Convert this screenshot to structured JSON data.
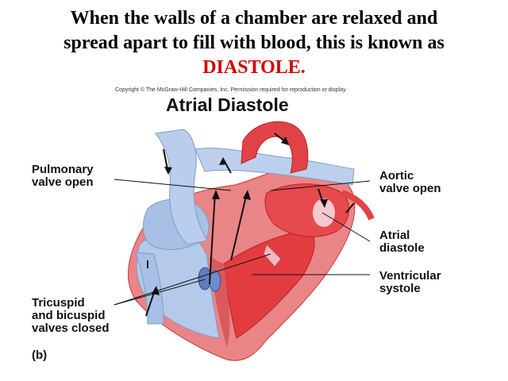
{
  "heading": {
    "line1": "When the walls of a chamber are relaxed and",
    "line2": "spread apart to fill with blood, this is known as",
    "highlight": "DIASTOLE."
  },
  "figure": {
    "copyright": "Copyright © The McGraw-Hill Companies, Inc. Permission required for reproduction or display.",
    "title": "Atrial Diastole",
    "panel": "(b)",
    "labels": {
      "pulmonary": [
        "Pulmonary",
        "valve open"
      ],
      "aortic": [
        "Aortic",
        "valve open"
      ],
      "atrial": [
        "Atrial",
        "diastole"
      ],
      "ventricular": [
        "Ventricular",
        "systole"
      ],
      "tricuspid": [
        "Tricuspid",
        "and bicuspid",
        "valves closed"
      ]
    }
  },
  "colors": {
    "heading_highlight": "#d40000",
    "deoxygenated": "#9fb8e0",
    "oxygenated": "#e0383a",
    "muscle": "#e9797a"
  }
}
